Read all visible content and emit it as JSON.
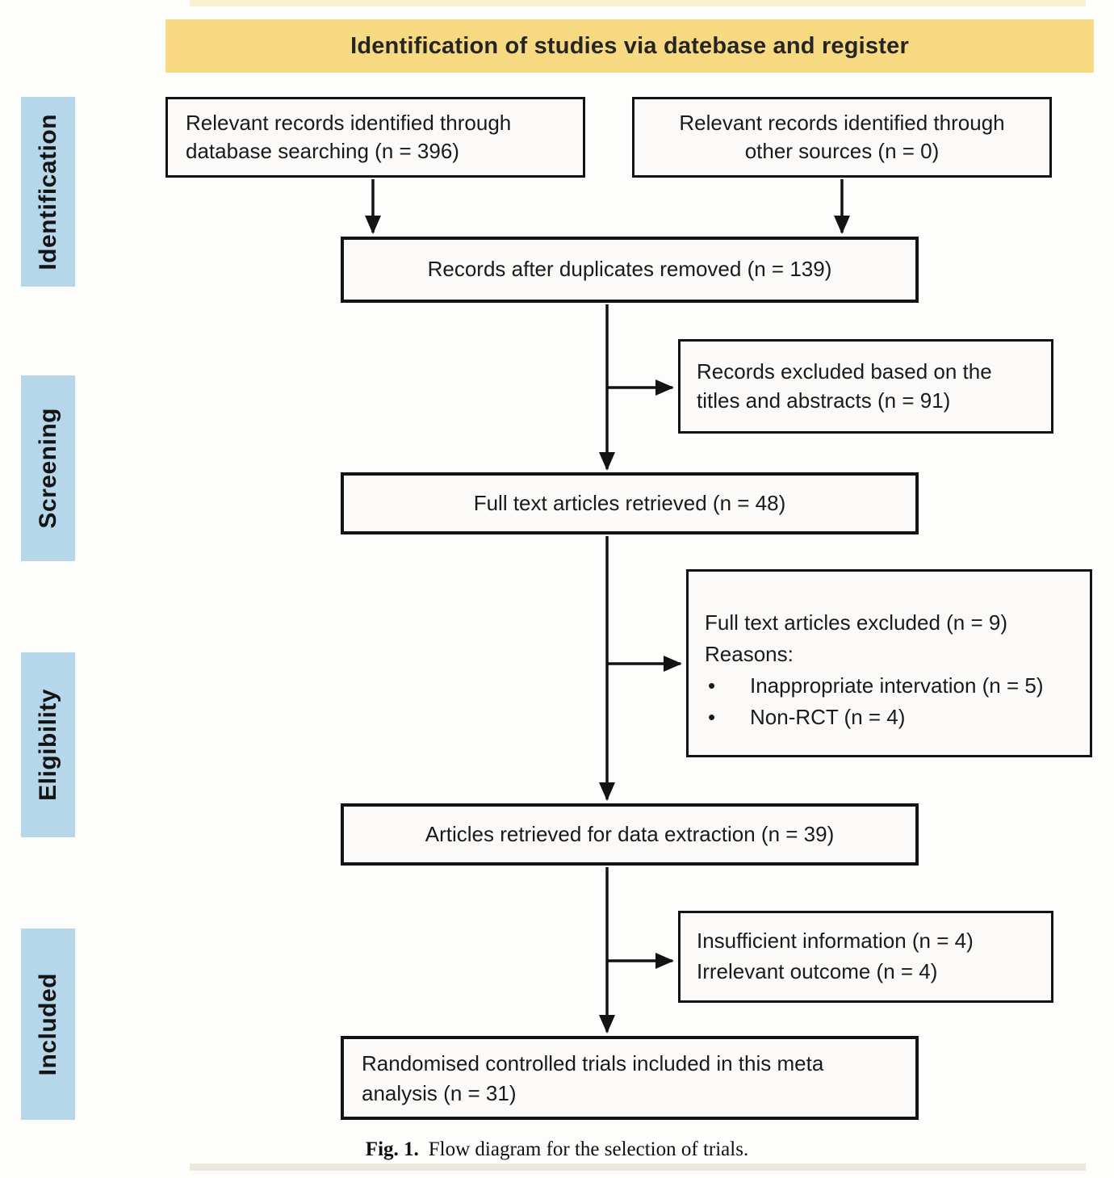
{
  "banner": {
    "title": "Identification of studies via datebase and register"
  },
  "stages": {
    "identification": "Identification",
    "screening": "Screening",
    "eligibility": "Eligibility",
    "included": "Included"
  },
  "boxes": {
    "database": "Relevant records identified through database searching (n = 396)",
    "other_sources": "Relevant records identified through other sources (n = 0)",
    "duplicates": "Records after duplicates removed (n = 139)",
    "excluded_titles": "Records excluded based on the titles and abstracts (n = 91)",
    "fulltext": "Full text articles retrieved (n = 48)",
    "fulltext_excluded": {
      "line1": "Full text articles excluded (n = 9)",
      "line2": "Reasons:",
      "bullets": [
        "Inappropriate intervation (n = 5)",
        "Non-RCT (n = 4)"
      ]
    },
    "extraction": "Articles retrieved for data extraction (n = 39)",
    "excluded_data": {
      "line1": "Insufficient information (n = 4)",
      "line2": "Irrelevant outcome (n = 4)"
    },
    "included_final": "Randomised controlled trials included in this meta analysis (n = 31)"
  },
  "caption": {
    "label": "Fig. 1.",
    "text": "Flow diagram for the selection of trials."
  },
  "colors": {
    "banner_bg": "#f6d981",
    "stage_bg": "#b5d7e9",
    "line": "#131313"
  }
}
